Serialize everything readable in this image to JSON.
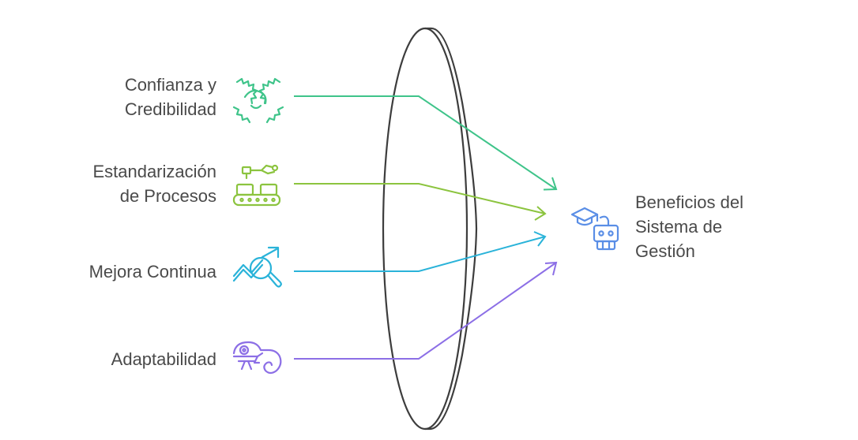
{
  "inputs": [
    {
      "line1": "Confianza y",
      "line2": "Credibilidad",
      "icon": "handshake-icon",
      "color": "#3fc48a"
    },
    {
      "line1": "Estandarización",
      "line2": "de Procesos",
      "icon": "conveyor-robot-arm-icon",
      "color": "#8cc43f"
    },
    {
      "line1": "Mejora Continua",
      "line2": "",
      "icon": "trend-magnifier-icon",
      "color": "#2ab3d9"
    },
    {
      "line1": "Adaptabilidad",
      "line2": "",
      "icon": "chameleon-icon",
      "color": "#8c6fe6"
    }
  ],
  "output": {
    "line1": "Beneficios del",
    "line2": "Sistema de",
    "line3": "Gestión",
    "icon": "graduation-robot-icon",
    "color": "#5a8ee6"
  },
  "lens": {
    "stroke_color": "#3d3d3d"
  }
}
